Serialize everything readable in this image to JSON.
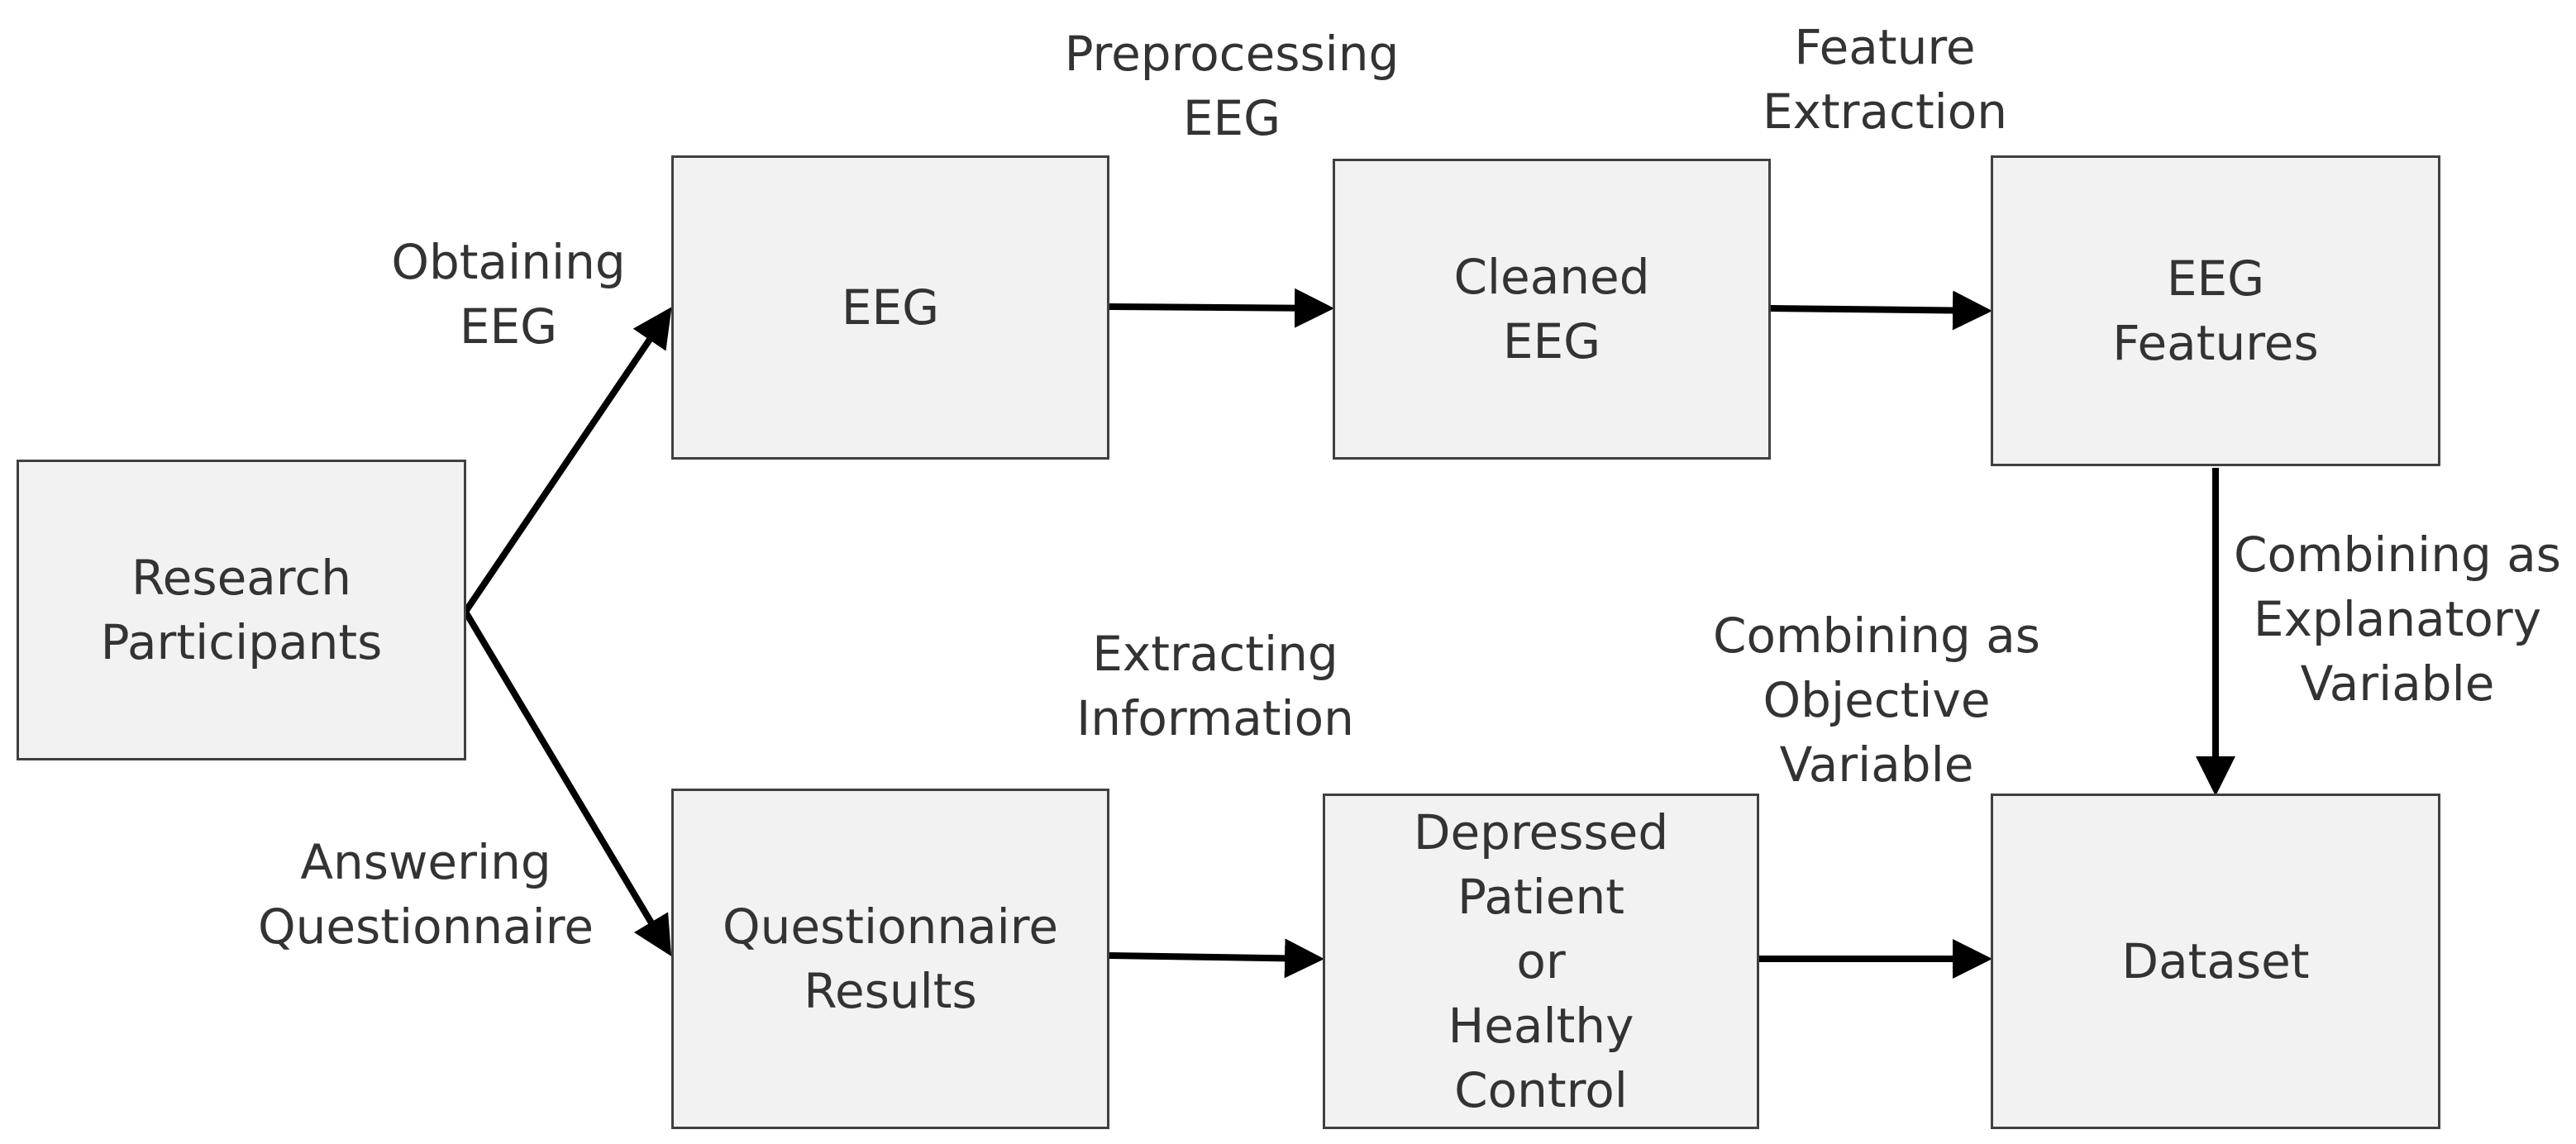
{
  "nodes": {
    "research_participants": [
      "Research",
      "Participants"
    ],
    "eeg": [
      "EEG"
    ],
    "cleaned_eeg": [
      "Cleaned",
      "EEG"
    ],
    "eeg_features": [
      "EEG",
      "Features"
    ],
    "questionnaire_results": [
      "Questionnaire",
      "Results"
    ],
    "depressed_patient": [
      "Depressed",
      "Patient",
      "or",
      "Healthy",
      "Control"
    ],
    "dataset": [
      "Dataset"
    ]
  },
  "edge_labels": {
    "obtaining_eeg": [
      "Obtaining",
      "EEG"
    ],
    "preprocessing_eeg": [
      "Preprocessing",
      "EEG"
    ],
    "feature_extraction": [
      "Feature",
      "Extraction"
    ],
    "combining_explanatory": [
      "Combining as",
      "Explanatory",
      "Variable"
    ],
    "answering_questionnaire": [
      "Answering",
      "Questionnaire"
    ],
    "extracting_information": [
      "Extracting",
      "Information"
    ],
    "combining_objective": [
      "Combining as",
      "Objective",
      "Variable"
    ]
  },
  "colors": {
    "box_fill": "#f2f2f2",
    "box_border": "#404040",
    "arrow": "#000000",
    "text": "#333333"
  }
}
